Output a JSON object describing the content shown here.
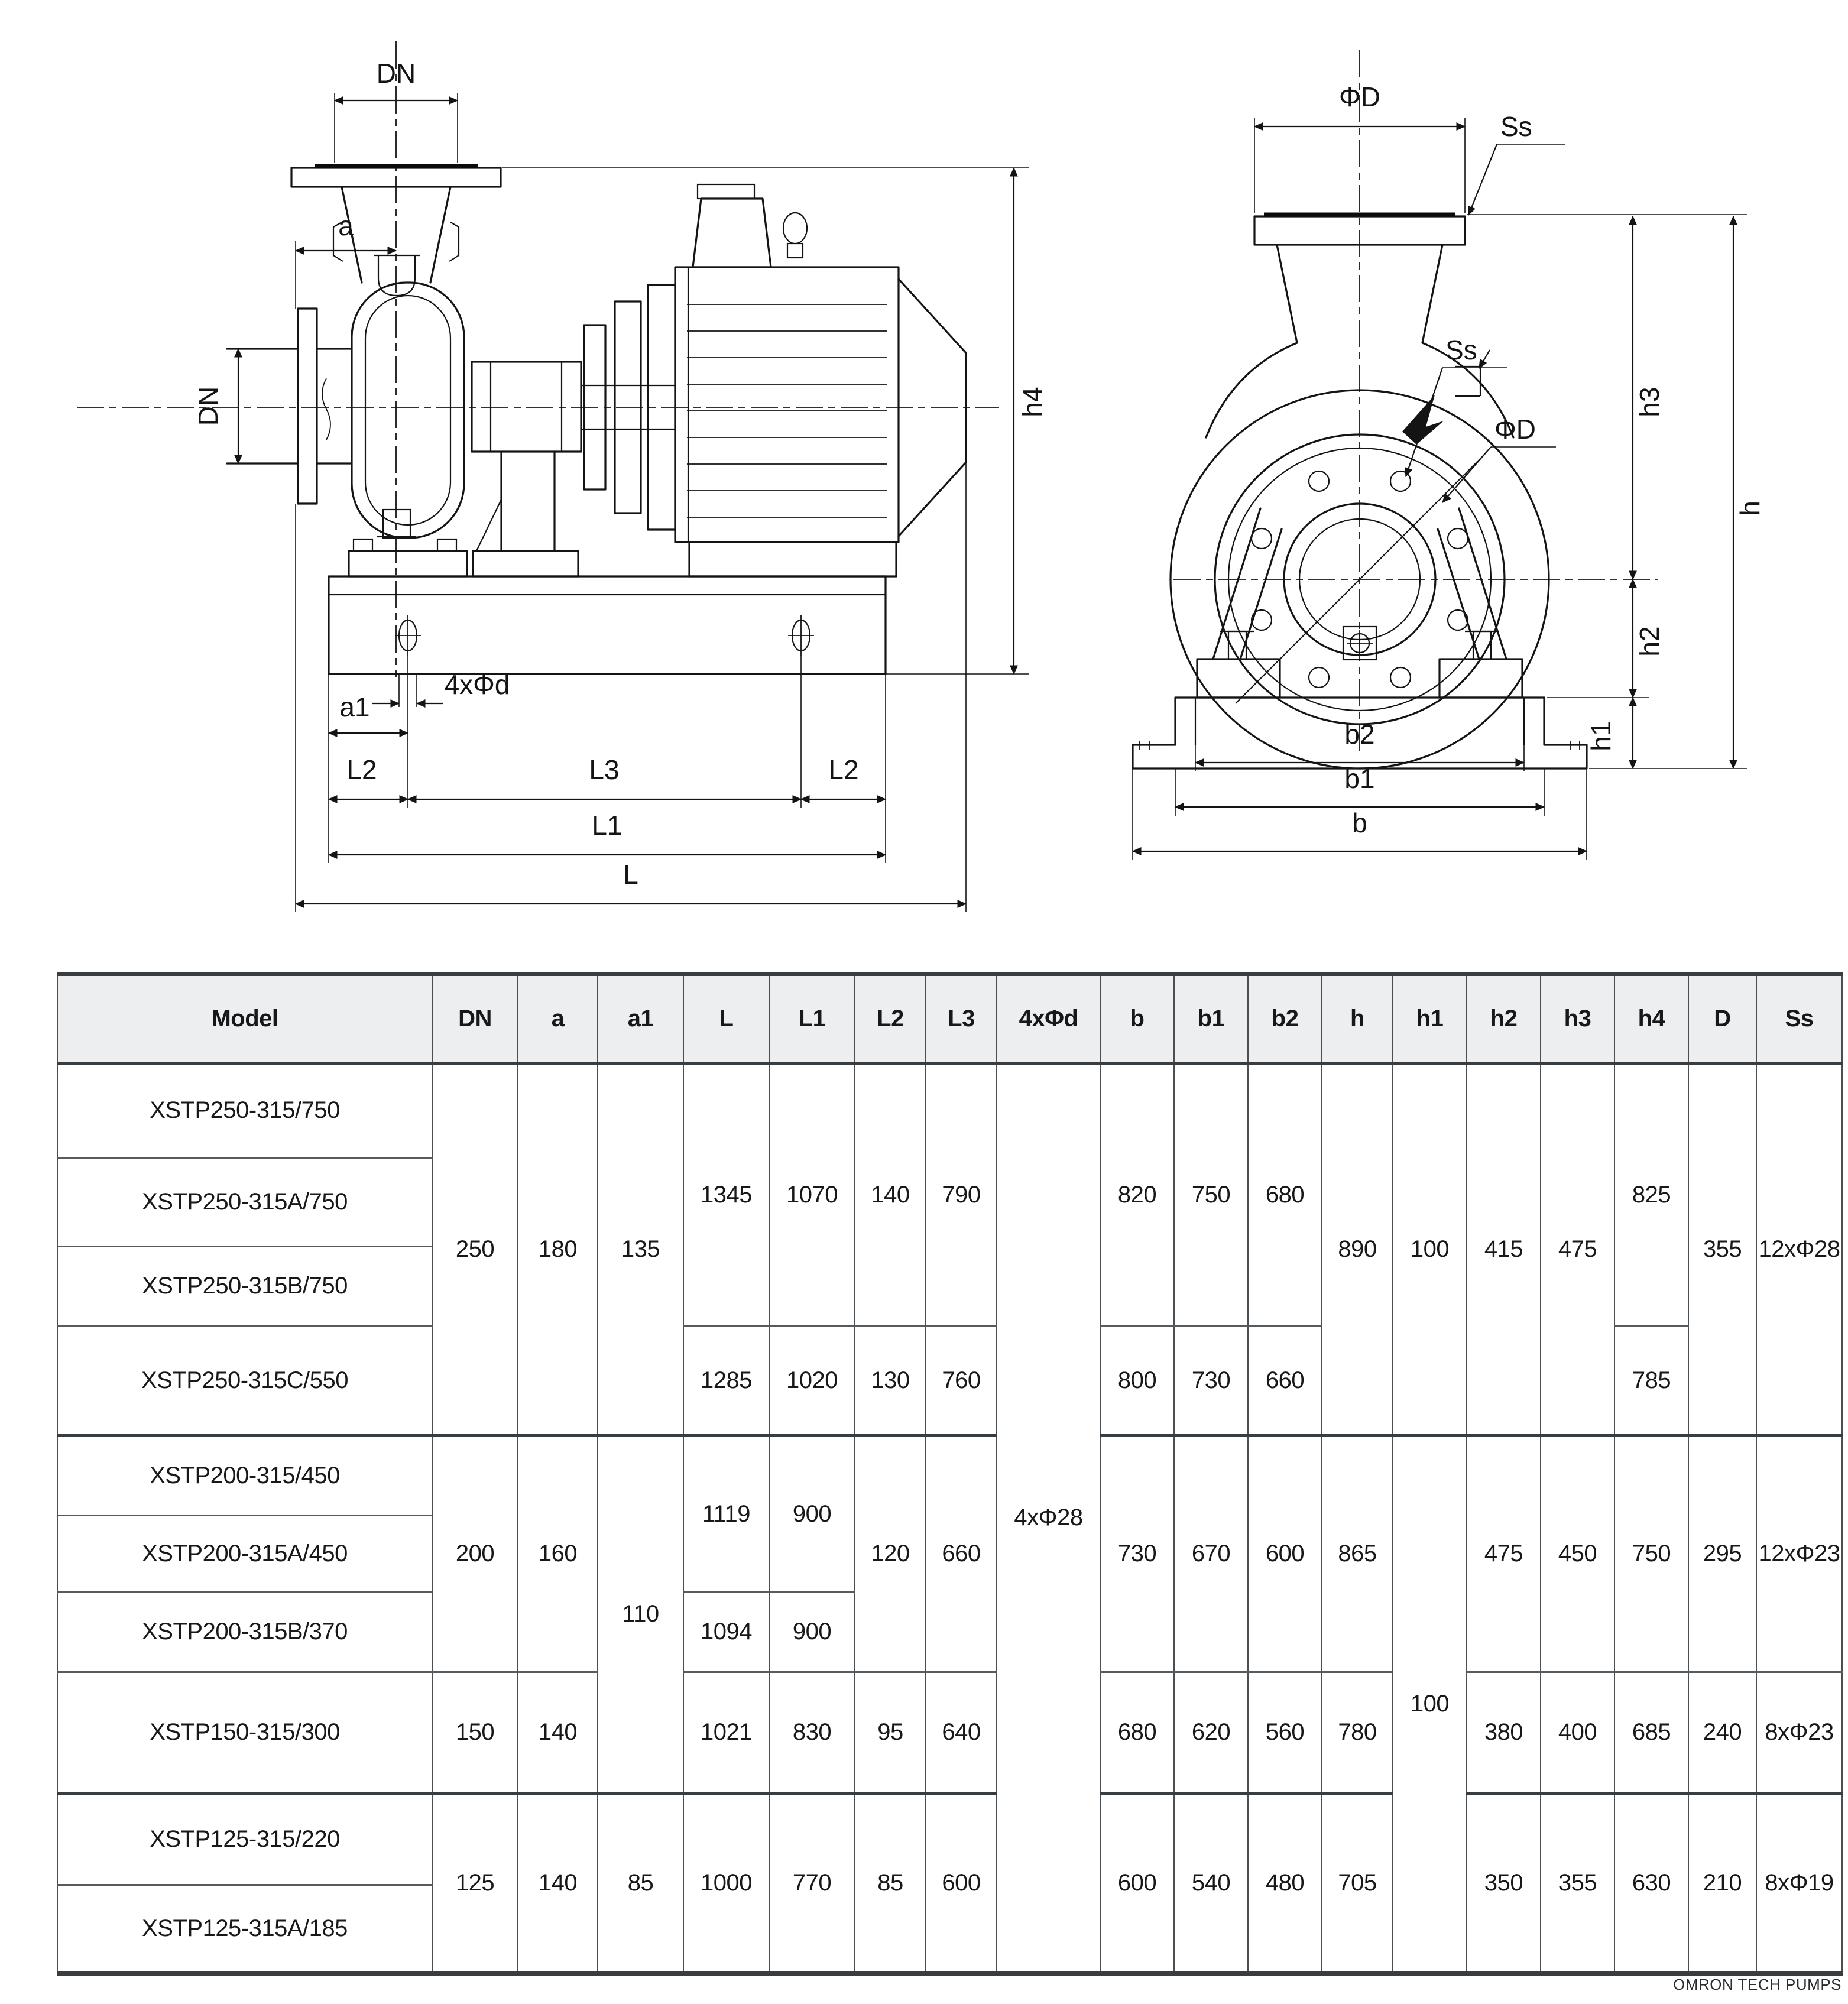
{
  "page": {
    "footer": "OMRON TECH PUMPS"
  },
  "drawings": {
    "side_view": {
      "dn_top": "DN",
      "a": "a",
      "dn_side": "DN",
      "bolt_callout": "4xΦd",
      "a1": "a1",
      "l2_left": "L2",
      "l3": "L3",
      "l2_right": "L2",
      "l1": "L1",
      "l": "L",
      "h4": "h4"
    },
    "front_view": {
      "phid_top": "ΦD",
      "ss_top": "Ss",
      "ss_mid": "Ss",
      "phid_mid": "ΦD",
      "h3": "h3",
      "h": "h",
      "h2": "h2",
      "h1": "h1",
      "b2": "b2",
      "b1": "b1",
      "b": "b"
    }
  },
  "table": {
    "headers": [
      "Model",
      "DN",
      "a",
      "a1",
      "L",
      "L1",
      "L2",
      "L3",
      "4xΦd",
      "b",
      "b1",
      "b2",
      "h",
      "h1",
      "h2",
      "h3",
      "h4",
      "D",
      "Ss"
    ],
    "models": [
      "XSTP250-315/750",
      "XSTP250-315A/750",
      "XSTP250-315B/750",
      "XSTP250-315C/550",
      "XSTP200-315/450",
      "XSTP200-315A/450",
      "XSTP200-315B/370",
      "XSTP150-315/300",
      "XSTP125-315/220",
      "XSTP125-315A/185"
    ],
    "cells": {
      "dn_g1": "250",
      "dn_g2": "200",
      "dn_r8": "150",
      "dn_g4": "125",
      "a_g1": "180",
      "a_g2": "160",
      "a_r8": "140",
      "a_g4": "140",
      "a1_g1": "135",
      "a1_g2": "110",
      "a1_g4": "85",
      "L_r123": "1345",
      "L_r4": "1285",
      "L_r56": "1119",
      "L_r7": "1094",
      "L_r8": "1021",
      "L_g4": "1000",
      "L1_r123": "1070",
      "L1_r4": "1020",
      "L1_r56": "900",
      "L1_r7": "900",
      "L1_r8": "830",
      "L1_g4": "770",
      "L2_r123": "140",
      "L2_r4": "130",
      "L2_g2": "120",
      "L2_r8": "95",
      "L2_g4": "85",
      "L3_r123": "790",
      "L3_r4": "760",
      "L3_g2": "660",
      "L3_r8": "640",
      "L3_g4": "600",
      "phid_all": "4xΦ28",
      "b_r123": "820",
      "b_r4": "800",
      "b_g2": "730",
      "b_r8": "680",
      "b_g4": "600",
      "b1_r123": "750",
      "b1_r4": "730",
      "b1_g2": "670",
      "b1_r8": "620",
      "b1_g4": "540",
      "b2_r123": "680",
      "b2_r4": "660",
      "b2_g2": "600",
      "b2_r8": "560",
      "b2_g4": "480",
      "h_g1": "890",
      "h_g2": "865",
      "h_r8": "780",
      "h_g4": "705",
      "h1_g1": "100",
      "h1_g2": "100",
      "h2_g1": "415",
      "h2_g2": "475",
      "h2_r8": "380",
      "h2_g4": "350",
      "h3_g1": "475",
      "h3_g2": "450",
      "h3_r8": "400",
      "h3_g4": "355",
      "h4_r123": "825",
      "h4_r4": "785",
      "h4_g2": "750",
      "h4_r8": "685",
      "h4_g4": "630",
      "d_g1": "355",
      "d_g2": "295",
      "d_r8": "240",
      "d_g4": "210",
      "ss_g1": "12xΦ28",
      "ss_g2": "12xΦ23",
      "ss_r8": "8xΦ23",
      "ss_g4": "8xΦ19"
    }
  }
}
